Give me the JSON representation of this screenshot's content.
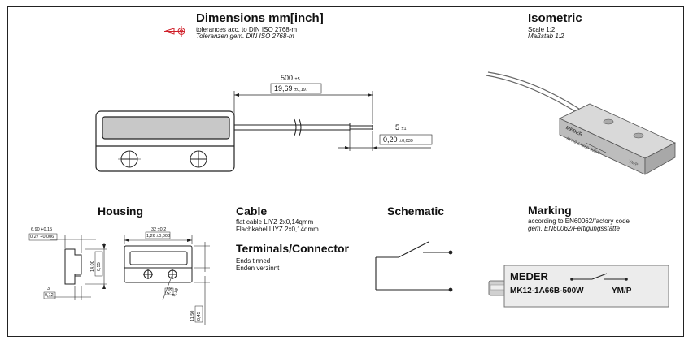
{
  "dimensions": {
    "title": "Dimensions mm[inch]",
    "line1": "tolerances acc. to DIN ISO 2768-m",
    "line2": "Toleranzen gem. DIN ISO 2768-m",
    "cable_len": "500",
    "cable_len_tol": "±5",
    "cable_len_inch": "19,69",
    "cable_len_inch_tol": "±0,197",
    "strip_len": "5",
    "strip_len_tol": "±1",
    "strip_len_inch": "0,20",
    "strip_len_inch_tol": "±0,039"
  },
  "isometric": {
    "title": "Isometric",
    "line1": "Scale 1:2",
    "line2": "Maßstab 1:2",
    "body_label1": "MEDER",
    "body_label2": "MK12-1A66B-500W",
    "body_label3": "YM/P"
  },
  "housing": {
    "title": "Housing",
    "d_top": "6,90",
    "d_top_tol": "+0,15",
    "d_top_inch": "0,27",
    "d_top_inch_tol": "+0,006",
    "d_side": "3",
    "d_side_inch": "0,12",
    "d_height": "14,00",
    "d_height_inch": "0,55",
    "d_width": "32",
    "d_width_tol": "±0,2",
    "d_width_inch": "1,26",
    "d_width_inch_tol": "±0,008",
    "d_hole": "4,50",
    "d_hole_inch": "0,18",
    "d_bottom": "11,50",
    "d_bottom_inch": "0,45"
  },
  "cable": {
    "title": "Cable",
    "line1": "flat cable LIYZ 2x0,14qmm",
    "line2": "Flachkabel LIYZ 2x0,14qmm"
  },
  "terminals": {
    "title": "Terminals/Connector",
    "line1": "Ends tinned",
    "line2": "Enden verzinnt"
  },
  "schematic": {
    "title": "Schematic"
  },
  "marking": {
    "title": "Marking",
    "line1": "according to EN60062/factory code",
    "line2": "gem. EN60062/Fertigungsstätte",
    "brand": "MEDER",
    "part": "MK12-1A66B-500W",
    "code": "YM/P"
  }
}
